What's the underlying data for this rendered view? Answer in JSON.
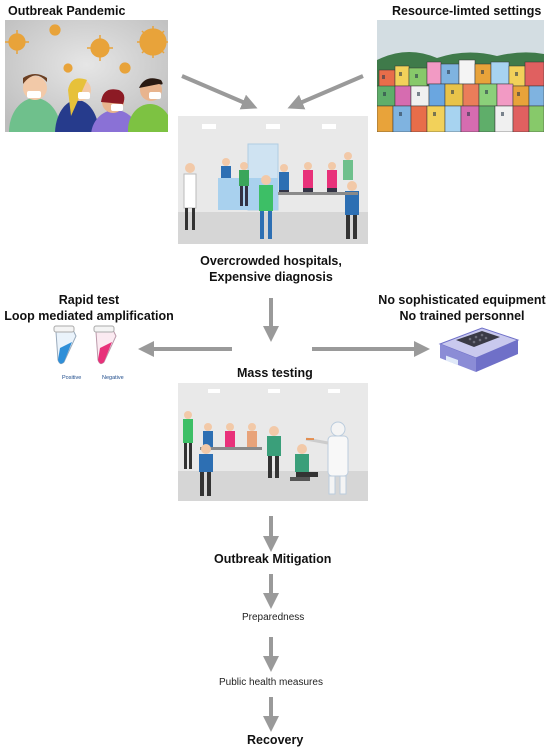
{
  "titles": {
    "outbreak": "Outbreak Pandemic",
    "resource": "Resource-limted settings",
    "hospital": [
      "Overcrowded hospitals,",
      "Expensive diagnosis"
    ],
    "rapid": [
      "Rapid test",
      "Loop mediated amplification"
    ],
    "equipment": [
      "No sophisticated equipment",
      "No trained personnel"
    ],
    "mass": "Mass testing",
    "mitigation": "Outbreak Mitigation",
    "preparedness": "Preparedness",
    "public": "Public health measures",
    "recovery": "Recovery"
  },
  "tubes": {
    "positive": "Positive",
    "negative": "Negative"
  },
  "colors": {
    "arrow": "#9a9a9a",
    "room_bg": "#e9e9e9",
    "floor": "#d6d6d6",
    "virus": "#e8a33a",
    "positive_tube": "#2f8fd8",
    "negative_tube": "#e8317a",
    "device": "#6f70c8"
  },
  "icons": [
    "virus-icon",
    "person-icon",
    "city-icon",
    "test-tube-icon",
    "pcr-device-icon",
    "swab-worker-icon"
  ]
}
